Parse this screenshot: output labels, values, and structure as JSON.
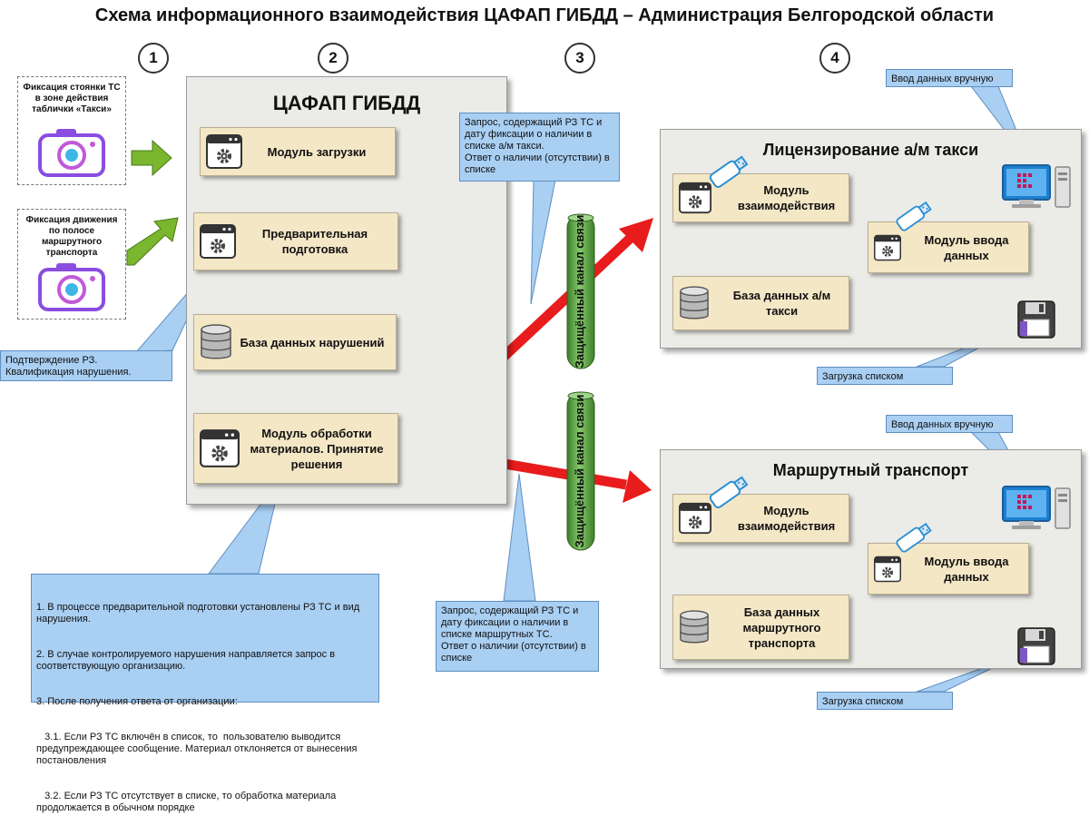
{
  "title": "Схема информационного взаимодействия ЦАФАП ГИБДД – Администрация Белгородской области",
  "columns": [
    "1",
    "2",
    "3",
    "4"
  ],
  "sources": [
    {
      "label": "Фиксация стоянки ТС в зоне действия таблички «Такси»"
    },
    {
      "label": "Фиксация движения по полосе маршрутного транспорта"
    }
  ],
  "cafap": {
    "title": "ЦАФАП ГИБДД",
    "modules": [
      {
        "label": "Модуль загрузки"
      },
      {
        "label": "Предварительная подготовка"
      },
      {
        "label": "База данных нарушений"
      },
      {
        "label": "Модуль обработки материалов. Принятие решения"
      }
    ]
  },
  "notes": {
    "confirm": [
      "Подтверждение РЗ.",
      "Квалификация нарушения."
    ],
    "request_top": "Запрос, содержащий РЗ ТС и дату фиксации о наличии в списке а/м такси.\nОтвет о наличии (отсутствии) в списке",
    "request_bottom": "Запрос, содержащий РЗ ТС и дату фиксации о наличии в списке маршрутных ТС.\nОтвет о наличии (отсутствии) в списке",
    "process": [
      "1. В процессе предварительной подготовки установлены РЗ ТС и вид нарушения.",
      "2. В случае контролируемого нарушения направляется запрос в соответствующую организацию.",
      "3. После получения ответа от организации:",
      "   3.1. Если РЗ ТС включён в список, то  пользователю выводится предупреждающее сообщение. Материал отклоняется от вынесения постановления",
      "   3.2. Если РЗ ТС отсутствует в списке, то обработка материала продолжается в обычном порядке"
    ]
  },
  "channel_label": "Защищённый канал связи",
  "taxi": {
    "title": "Лицензирование а/м такси",
    "modules": [
      {
        "label": "Модуль взаимодействия"
      },
      {
        "label": "База данных а/м такси"
      },
      {
        "label": "Модуль ввода данных"
      }
    ],
    "manual": "Ввод данных вручную",
    "bulk": "Загрузка списком"
  },
  "route": {
    "title": "Маршрутный транспорт",
    "modules": [
      {
        "label": "Модуль взаимодействия"
      },
      {
        "label": "База данных маршрутного транспорта"
      },
      {
        "label": "Модуль ввода данных"
      }
    ],
    "manual": "Ввод данных вручную",
    "bulk": "Загрузка списком"
  },
  "icons": {
    "camera": "camera-icon",
    "gear_window": "gear-window-icon",
    "database": "database-icon",
    "usb": "usb-drive-icon",
    "computer": "computer-icon",
    "floppy": "floppy-disk-icon"
  },
  "colors": {
    "module_fill": "#f4e7c6",
    "note_fill": "#a9cff3",
    "panel_fill": "#ebebe8",
    "arrow_green": "#7ab62e",
    "arrow_yellow": "#fbfba6",
    "arrow_red": "#e81c1c",
    "tube_green": "#5aa13d"
  }
}
